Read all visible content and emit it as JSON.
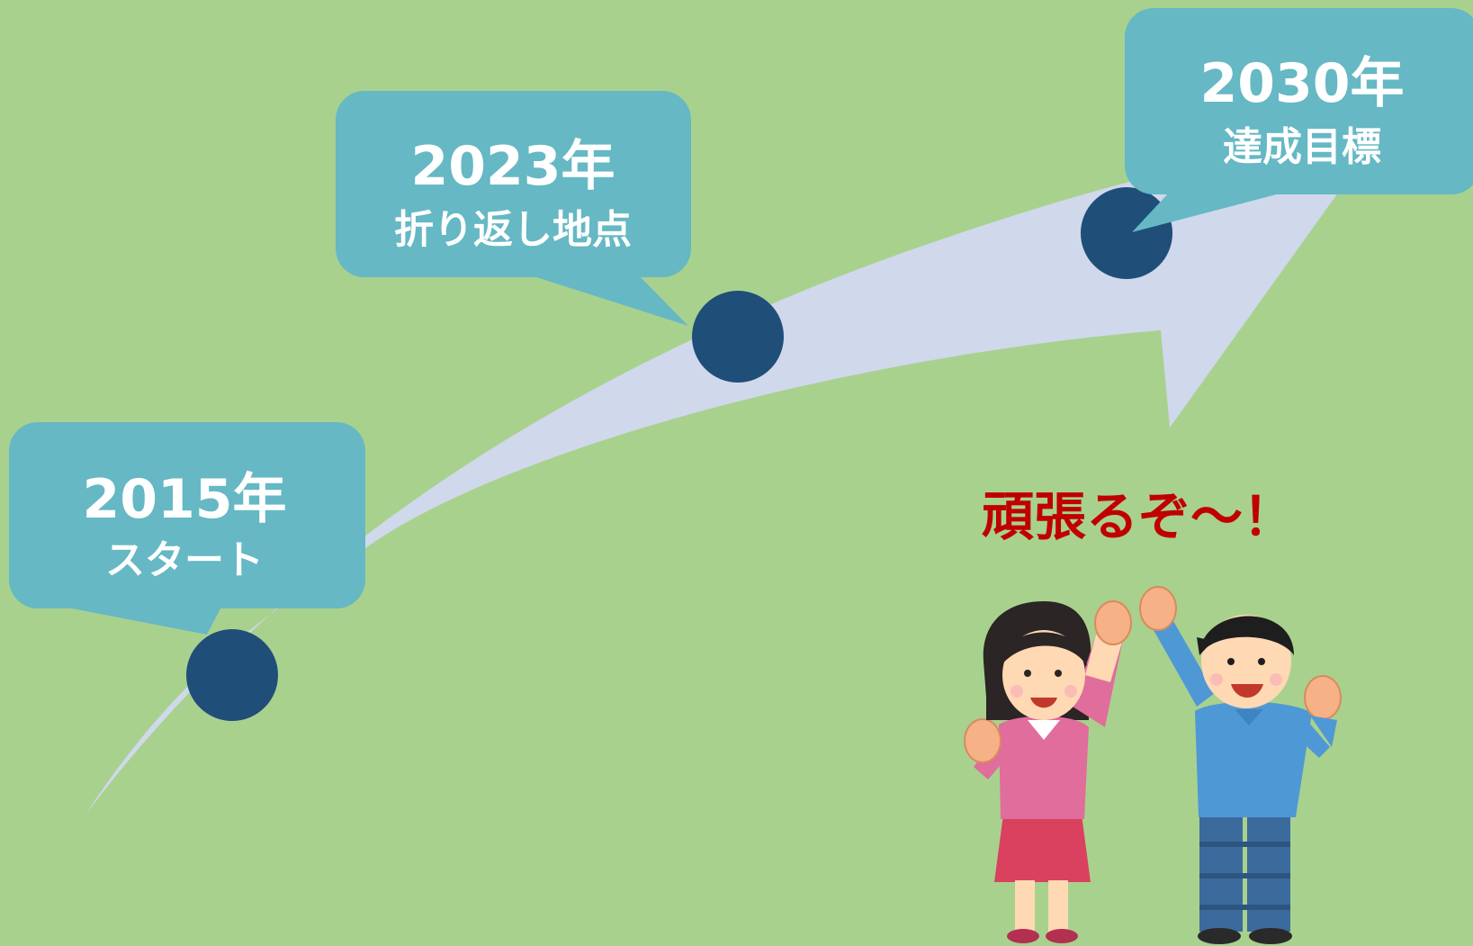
{
  "timeline": {
    "milestones": [
      {
        "year": "2015年",
        "label": "スタート"
      },
      {
        "year": "2023年",
        "label": "折り返し地点"
      },
      {
        "year": "2030年",
        "label": "達成目標"
      }
    ]
  },
  "cheer_text": "頑張るぞ～！",
  "colors": {
    "background": "#a9d18e",
    "arrow": "#d0d8ec",
    "bubble": "#65b8c4",
    "dot": "#1f4e79",
    "bubble_text": "#ffffff",
    "cheer_text": "#c00000"
  }
}
